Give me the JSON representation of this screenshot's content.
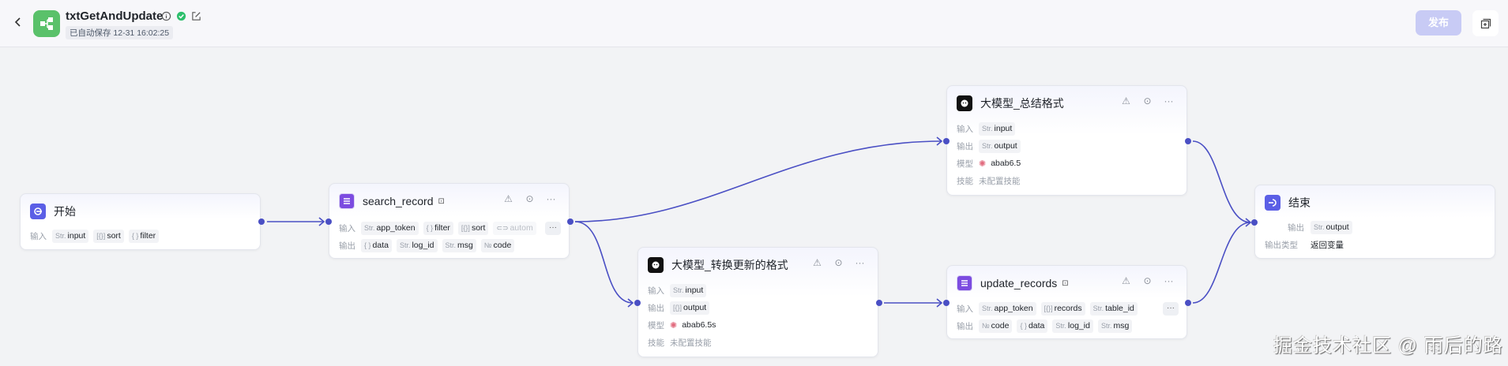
{
  "header": {
    "back_icon": "chevron-left-icon",
    "app_icon": "workflow-icon",
    "title": "txtGetAndUpdate",
    "saved_text": "已自动保存 12-31 16:02:25",
    "publish_label": "发布",
    "copy_icon": "copy-add-icon"
  },
  "colors": {
    "edge": "#4a4fc4",
    "canvas": "#f2f3f5",
    "publish_disabled": "#c8cbf5",
    "app_icon": "#5ac16a"
  },
  "nodes": {
    "start": {
      "title": "开始",
      "input_label": "输入",
      "inputs": [
        {
          "type": "Str.",
          "name": "input"
        },
        {
          "type": "[{}]",
          "name": "sort"
        },
        {
          "type": "{ }",
          "name": "filter"
        }
      ]
    },
    "search_record": {
      "title": "search_record",
      "input_label": "输入",
      "output_label": "输出",
      "inputs": [
        {
          "type": "Str.",
          "name": "app_token"
        },
        {
          "type": "{ }",
          "name": "filter"
        },
        {
          "type": "[{}]",
          "name": "sort"
        },
        {
          "type": "⊂⊃",
          "name": "autom"
        }
      ],
      "more": "···",
      "outputs": [
        {
          "type": "{ }",
          "name": "data"
        },
        {
          "type": "Str.",
          "name": "log_id"
        },
        {
          "type": "Str.",
          "name": "msg"
        },
        {
          "type": "№",
          "name": "code"
        }
      ]
    },
    "llm_convert": {
      "title": "大模型_转换更新的格式",
      "input_label": "输入",
      "output_label": "输出",
      "model_label": "模型",
      "skill_label": "技能",
      "inputs": [
        {
          "type": "Str.",
          "name": "input"
        }
      ],
      "outputs": [
        {
          "type": "[{}]",
          "name": "output"
        }
      ],
      "model": "abab6.5s",
      "skill": "未配置技能"
    },
    "llm_summary": {
      "title": "大模型_总结格式",
      "input_label": "输入",
      "output_label": "输出",
      "model_label": "模型",
      "skill_label": "技能",
      "inputs": [
        {
          "type": "Str.",
          "name": "input"
        }
      ],
      "outputs": [
        {
          "type": "Str.",
          "name": "output"
        }
      ],
      "model": "abab6.5",
      "skill": "未配置技能"
    },
    "update_records": {
      "title": "update_records",
      "input_label": "输入",
      "output_label": "输出",
      "inputs": [
        {
          "type": "Str.",
          "name": "app_token"
        },
        {
          "type": "[{}]",
          "name": "records"
        },
        {
          "type": "Str.",
          "name": "table_id"
        }
      ],
      "more": "···",
      "outputs": [
        {
          "type": "№",
          "name": "code"
        },
        {
          "type": "{ }",
          "name": "data"
        },
        {
          "type": "Str.",
          "name": "log_id"
        },
        {
          "type": "Str.",
          "name": "msg"
        }
      ]
    },
    "end": {
      "title": "结束",
      "output_label": "输出",
      "output_type_label": "输出类型",
      "outputs": [
        {
          "type": "Str.",
          "name": "output"
        }
      ],
      "output_type": "返回变量"
    }
  },
  "node_actions": {
    "exception_icon": "alert-off-icon",
    "run_icon": "play-circle-icon",
    "more": "···"
  },
  "watermark": "掘金技术社区 @ 雨后的路"
}
